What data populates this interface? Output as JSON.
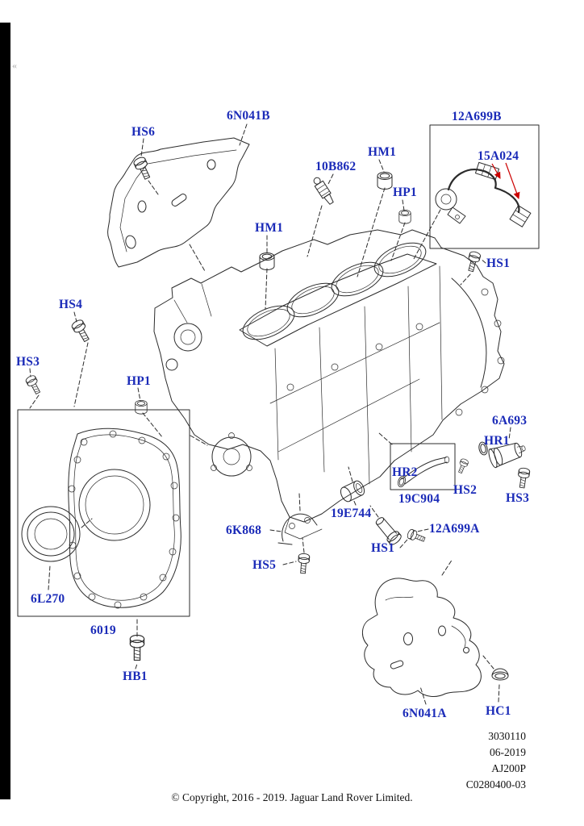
{
  "page": {
    "copyright": "© Copyright, 2016 - 2019. Jaguar Land Rover Limited.",
    "corner_mark": "«"
  },
  "info_block": {
    "lines": [
      "3030110",
      "06-2019",
      "AJ200P",
      "C0280400-03"
    ]
  },
  "labels": [
    {
      "id": "hs6",
      "text": "HS6"
    },
    {
      "id": "6n041b",
      "text": "6N041B"
    },
    {
      "id": "10b862",
      "text": "10B862"
    },
    {
      "id": "hm1-top",
      "text": "HM1"
    },
    {
      "id": "hp1-top",
      "text": "HP1"
    },
    {
      "id": "12a699b",
      "text": "12A699B"
    },
    {
      "id": "15a024",
      "text": "15A024"
    },
    {
      "id": "hs1-top",
      "text": "HS1"
    },
    {
      "id": "hm1-left",
      "text": "HM1"
    },
    {
      "id": "hs4",
      "text": "HS4"
    },
    {
      "id": "hs3-left",
      "text": "HS3"
    },
    {
      "id": "hp1-left",
      "text": "HP1"
    },
    {
      "id": "6a693",
      "text": "6A693"
    },
    {
      "id": "hr1",
      "text": "HR1"
    },
    {
      "id": "hr2",
      "text": "HR2"
    },
    {
      "id": "19c904",
      "text": "19C904"
    },
    {
      "id": "hs2",
      "text": "HS2"
    },
    {
      "id": "hs3-right",
      "text": "HS3"
    },
    {
      "id": "19e744",
      "text": "19E744"
    },
    {
      "id": "6k868",
      "text": "6K868"
    },
    {
      "id": "12a699a",
      "text": "12A699A"
    },
    {
      "id": "hs1-bottom",
      "text": "HS1"
    },
    {
      "id": "hs5",
      "text": "HS5"
    },
    {
      "id": "6l270",
      "text": "6L270"
    },
    {
      "id": "6019",
      "text": "6019"
    },
    {
      "id": "hb1",
      "text": "HB1"
    },
    {
      "id": "6n041a",
      "text": "6N041A"
    },
    {
      "id": "hc1",
      "text": "HC1"
    }
  ],
  "colors": {
    "label_blue": "#1b2bb8",
    "line_color": "#2b2b2b",
    "arrow_red": "#cc0000"
  }
}
